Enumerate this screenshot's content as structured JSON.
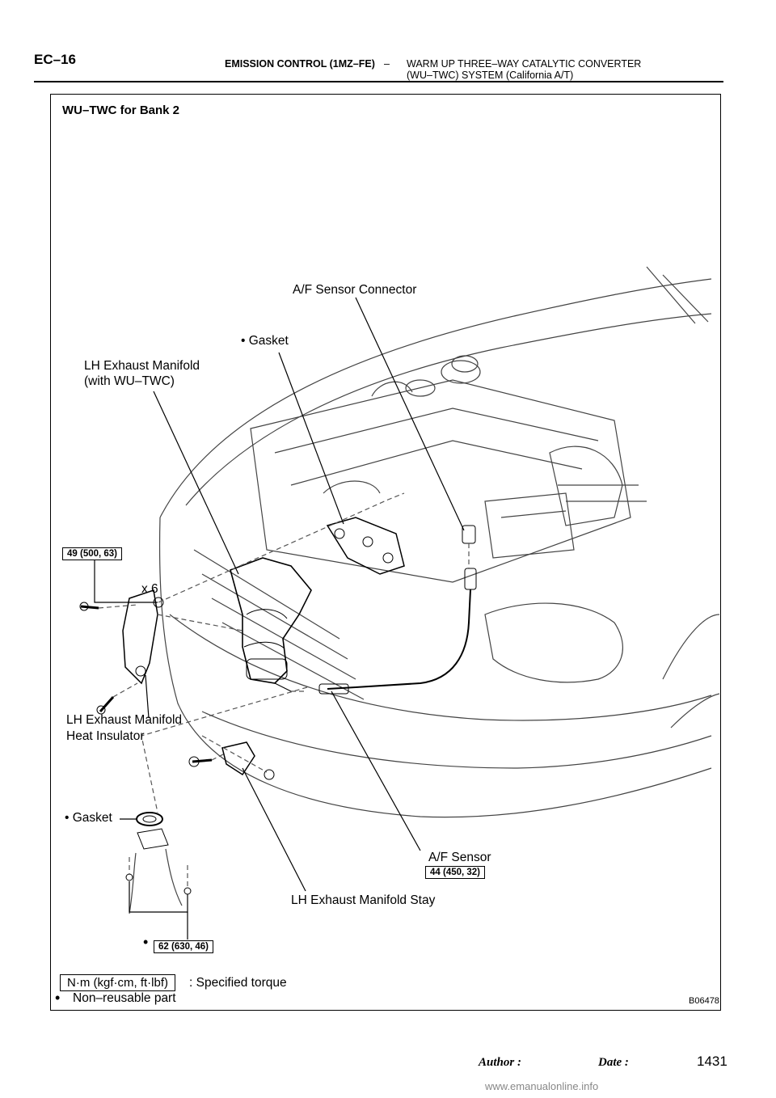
{
  "header": {
    "page_code": "EC–16",
    "section_title": "EMISSION CONTROL (1MZ–FE)",
    "dash": "–",
    "subtitle_line1": "WARM UP THREE–WAY CATALYTIC CONVERTER",
    "subtitle_line2": "(WU–TWC) SYSTEM (California A/T)"
  },
  "figure": {
    "title": "WU–TWC for Bank 2",
    "figure_id": "B06478",
    "labels": {
      "af_sensor_connector": "A/F Sensor Connector",
      "gasket_top": "Gasket",
      "lh_manifold_line1": "LH Exhaust Manifold",
      "lh_manifold_line2": "(with WU–TWC)",
      "torque_nuts": "49 (500, 63)",
      "count": "x 6",
      "heat_insulator_line1": "LH  Exhaust  Manifold",
      "heat_insulator_line2": "Heat Insulator",
      "gasket_lower": "Gasket",
      "af_sensor": "A/F Sensor",
      "torque_af_sensor": "44 (450, 32)",
      "manifold_stay": "LH Exhaust Manifold Stay",
      "torque_bolts": "62 (630, 46)"
    },
    "bullet": "•",
    "legend": {
      "torque_unit": "N·m (kgf·cm, ft·lbf)",
      "torque_desc": ": Specified torque",
      "nonreusable_desc": "Non–reusable part"
    }
  },
  "footer": {
    "author_label": "Author :",
    "date_label": "Date :",
    "page_total": "1431",
    "site": "www.emanualonline.info"
  }
}
